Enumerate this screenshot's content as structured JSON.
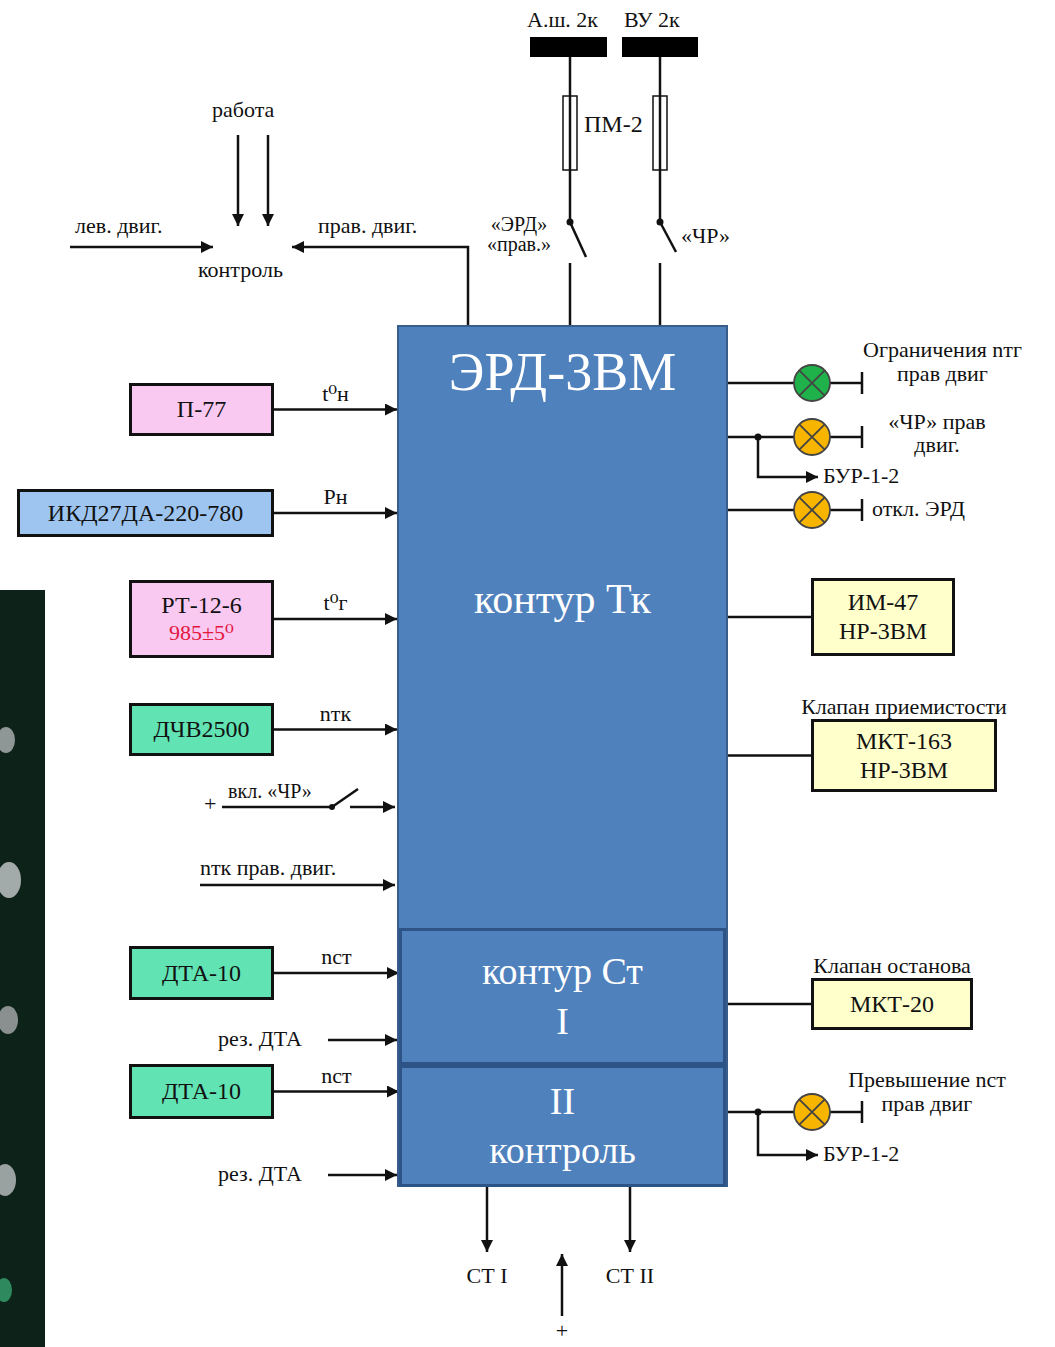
{
  "diagram": {
    "nodes": [
      {
        "text": [
          "ЭРД-3ВМ",
          "контур Тк"
        ]
      },
      {
        "text": [
          "контур Ст",
          "I"
        ],
        "in": 0
      },
      {
        "text": [
          "II",
          "контроль"
        ],
        "in": 0
      },
      {
        "text": [
          "П-77"
        ]
      },
      {
        "text": [
          "ИКД27ДА-220-780"
        ]
      },
      {
        "text": [
          "РТ-12-6",
          "985±5⁰"
        ]
      },
      {
        "text": [
          "ДЧВ2500"
        ]
      },
      {
        "text": [
          "ДТА-10"
        ]
      },
      {
        "text": [
          "ДТА-10"
        ]
      },
      {
        "text": [
          "ИМ-47 НР-3ВМ"
        ]
      },
      {
        "text": [
          "Клапан приемистости",
          "МКТ-163 НР-3ВМ"
        ]
      },
      {
        "text": [
          "Клапан останова",
          "МКТ-20"
        ]
      }
    ],
    "edges": [
      {
        "from": 3,
        "to": 0,
        "label": "t⁰н",
        "arrow": "to"
      },
      {
        "from": 4,
        "to": 0,
        "label": "Рн",
        "arrow": "to"
      },
      {
        "from": 5,
        "to": 0,
        "label": "t⁰г",
        "arrow": "to"
      },
      {
        "from": 6,
        "to": 0,
        "label": "nтк",
        "arrow": "to"
      },
      {
        "from": 7,
        "to": 1,
        "label": "nст",
        "arrow": "to"
      },
      {
        "from": 8,
        "to": 2,
        "label": "nст",
        "arrow": "to"
      },
      {
        "from": 0,
        "to": 9,
        "arrow": "none"
      },
      {
        "from": 0,
        "to": 10,
        "arrow": "none"
      },
      {
        "from": 1,
        "to": 11,
        "arrow": "none"
      }
    ],
    "labels": [
      "А.ш. 2к",
      "ВУ 2к",
      "ПМ-2",
      "«ЭРД» «прав.»",
      "«ЧР»",
      "работа",
      "лев. двиг.",
      "контроль",
      "прав. двиг.",
      "Ограничения nтг прав двиг",
      "«ЧР» прав двиг.",
      "БУР-1-2",
      "откл. ЭРД",
      "+",
      "вкл. «ЧР»",
      "nтк прав. двиг.",
      "рез. ДТА",
      "рез. ДТА",
      "Превышение nст прав двиг",
      "БУР-1-2",
      "СТ I",
      "СТ II",
      "+"
    ]
  }
}
